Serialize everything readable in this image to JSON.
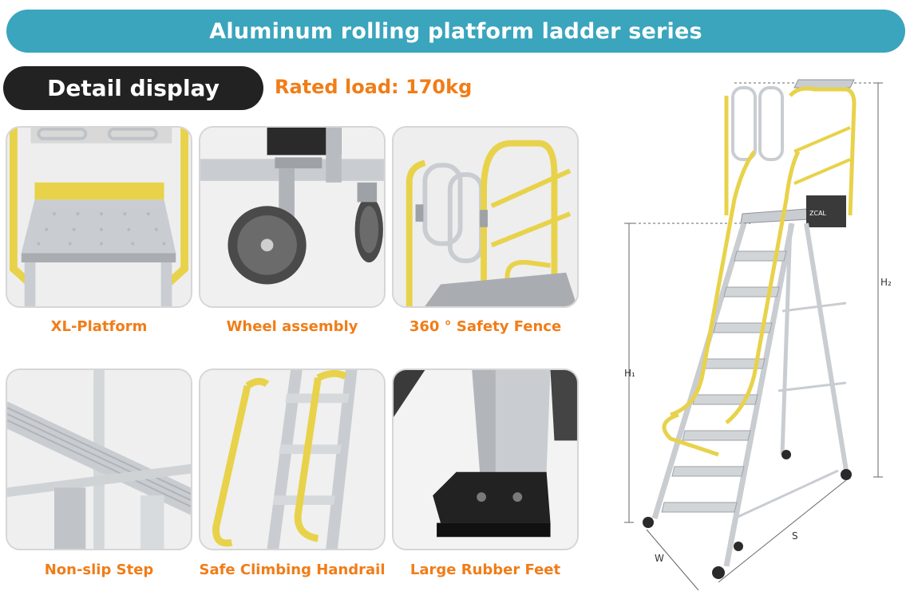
{
  "header": {
    "title": "Aluminum rolling platform ladder series",
    "section_label": "Detail display",
    "rated_load": "Rated load: 170kg"
  },
  "details": [
    {
      "caption": "XL-Platform"
    },
    {
      "caption": "Wheel assembly"
    },
    {
      "caption": "360 ° Safety Fence"
    },
    {
      "caption": "Non-slip Step"
    },
    {
      "caption": "Safe Climbing Handrail"
    },
    {
      "caption": "Large Rubber Feet"
    }
  ],
  "diagram": {
    "dimensions": {
      "h2": "H₂",
      "h1": "H₁",
      "s": "S",
      "w": "W"
    },
    "brand_label": "ZCAL"
  },
  "colors": {
    "title_bar": "#3aa5bd",
    "detail_pill": "#222222",
    "accent_orange": "#f07d18",
    "rail_yellow": "#e8d24a",
    "aluminum": "#c9cdd1"
  }
}
